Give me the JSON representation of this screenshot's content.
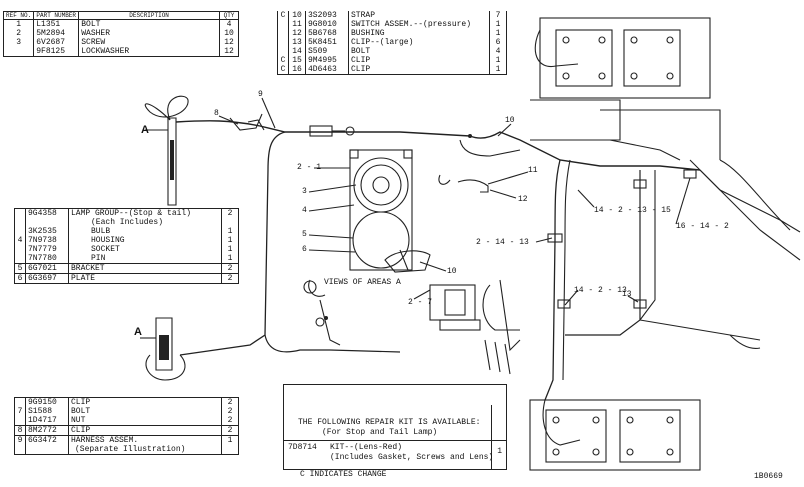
{
  "table_top_left": {
    "headers": [
      "REF NO.",
      "PART NUMBER",
      "DESCRIPTION",
      "QTY"
    ],
    "rows": [
      {
        "ref": "1",
        "part": "L1351",
        "desc": "BOLT",
        "qty": "4"
      },
      {
        "ref": "2",
        "part": "5M2894",
        "desc": "WASHER",
        "qty": "10"
      },
      {
        "ref": "3",
        "part": "6V2687",
        "desc": "SCREW",
        "qty": "12"
      },
      {
        "ref": "",
        "part": "9F8125",
        "desc": "LOCKWASHER",
        "qty": "12"
      }
    ]
  },
  "table_top_center": {
    "rows": [
      {
        "mark": "C",
        "ref": "10",
        "part": "3S2093",
        "desc": "STRAP",
        "qty": "7"
      },
      {
        "mark": "",
        "ref": "11",
        "part": "9G8010",
        "desc": "SWITCH ASSEM.--(pressure)",
        "qty": "1"
      },
      {
        "mark": "",
        "ref": "12",
        "part": "5B6768",
        "desc": "BUSHING",
        "qty": "1"
      },
      {
        "mark": "",
        "ref": "13",
        "part": "5K8451",
        "desc": "CLIP--(large)",
        "qty": "6"
      },
      {
        "mark": "",
        "ref": "14",
        "part": "S509",
        "desc": "BOLT",
        "qty": "4"
      },
      {
        "mark": "C",
        "ref": "15",
        "part": "9M4995",
        "desc": "CLIP",
        "qty": "1"
      },
      {
        "mark": "C",
        "ref": "16",
        "part": "4D6463",
        "desc": "CLIP",
        "qty": "1"
      }
    ]
  },
  "table_mid_left": {
    "rows": [
      {
        "ref": "",
        "part": "9G4358",
        "desc": "LAMP GROUP--(Stop & tail)",
        "qty": "2"
      },
      {
        "ref": "",
        "part": "",
        "desc": "(Each Includes)",
        "qty": ""
      },
      {
        "ref": "",
        "part": "3K2535",
        "desc": "BULB",
        "qty": "1"
      },
      {
        "ref": "4",
        "part": "7N9738",
        "desc": "HOUSING",
        "qty": "1"
      },
      {
        "ref": "",
        "part": "7N7779",
        "desc": "SOCKET",
        "qty": "1"
      },
      {
        "ref": "",
        "part": "7N7780",
        "desc": "PIN",
        "qty": "1"
      },
      {
        "ref": "5",
        "part": "6G7021",
        "desc": "BRACKET",
        "qty": "2"
      },
      {
        "ref": "6",
        "part": "6G3697",
        "desc": "PLATE",
        "qty": "2"
      }
    ]
  },
  "table_bottom_left": {
    "rows": [
      {
        "ref": "",
        "part": "9G9150",
        "desc": "CLIP",
        "qty": "2"
      },
      {
        "ref": "7",
        "part": "S1588",
        "desc": "BOLT",
        "qty": "2"
      },
      {
        "ref": "",
        "part": "1D4717",
        "desc": "NUT",
        "qty": "2"
      },
      {
        "ref": "8",
        "part": "8M2772",
        "desc": "CLIP",
        "qty": "2"
      },
      {
        "ref": "9",
        "part": "6G3472",
        "desc": "HARNESS ASSEM.",
        "qty": "1"
      },
      {
        "ref": "",
        "part": "",
        "desc": "(Separate Illustration)",
        "qty": ""
      }
    ]
  },
  "repair_kit": {
    "heading": "THE FOLLOWING REPAIR KIT IS AVAILABLE:",
    "subheading": "(For Stop and Tail Lamp)",
    "part": "7D8714",
    "desc": "KIT--(Lens-Red)",
    "desc2": "(Includes Gasket, Screws and Lens)",
    "qty": "1"
  },
  "callouts": {
    "a_top": "A",
    "a_bottom": "A",
    "c8": "8",
    "c9": "9",
    "c10a": "10",
    "c2_1": "2 - 1",
    "c3": "3",
    "c4": "4",
    "c5": "5",
    "c6": "6",
    "c11": "11",
    "c12": "12",
    "c10b": "10",
    "views": "VIEWS OF AREAS  A",
    "c2_7": "2 - 7",
    "c2_14_13": "2 - 14 - 13",
    "c14_2_13_15": "14 - 2 - 13 - 15",
    "c16_14_2": "16 - 14 - 2",
    "c14_2_13": "14 - 2 - 13",
    "c13": "13"
  },
  "legend": "C INDICATES CHANGE",
  "figure_number": "1B0669"
}
